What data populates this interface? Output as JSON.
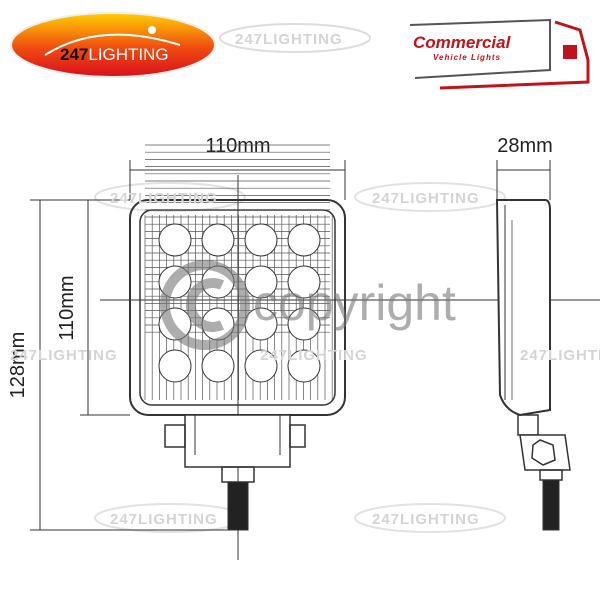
{
  "logos": {
    "brand_main": "247LIGHTING",
    "brand_main_prefix": "247",
    "brand_main_suffix": "LIGHTING",
    "commercial_title": "Commercial",
    "commercial_subtitle": "Vehicle Lights"
  },
  "watermarks": {
    "brand": "247LIGHTING",
    "copyright": "copyright"
  },
  "dimensions": {
    "front_width": "110mm",
    "front_height": "110mm",
    "total_height": "128mm",
    "side_depth": "28mm"
  },
  "colors": {
    "brand_red": "#e0141e",
    "brand_yellow": "#ffd000",
    "line": "#333333",
    "watermark": "#d4d4d4"
  }
}
